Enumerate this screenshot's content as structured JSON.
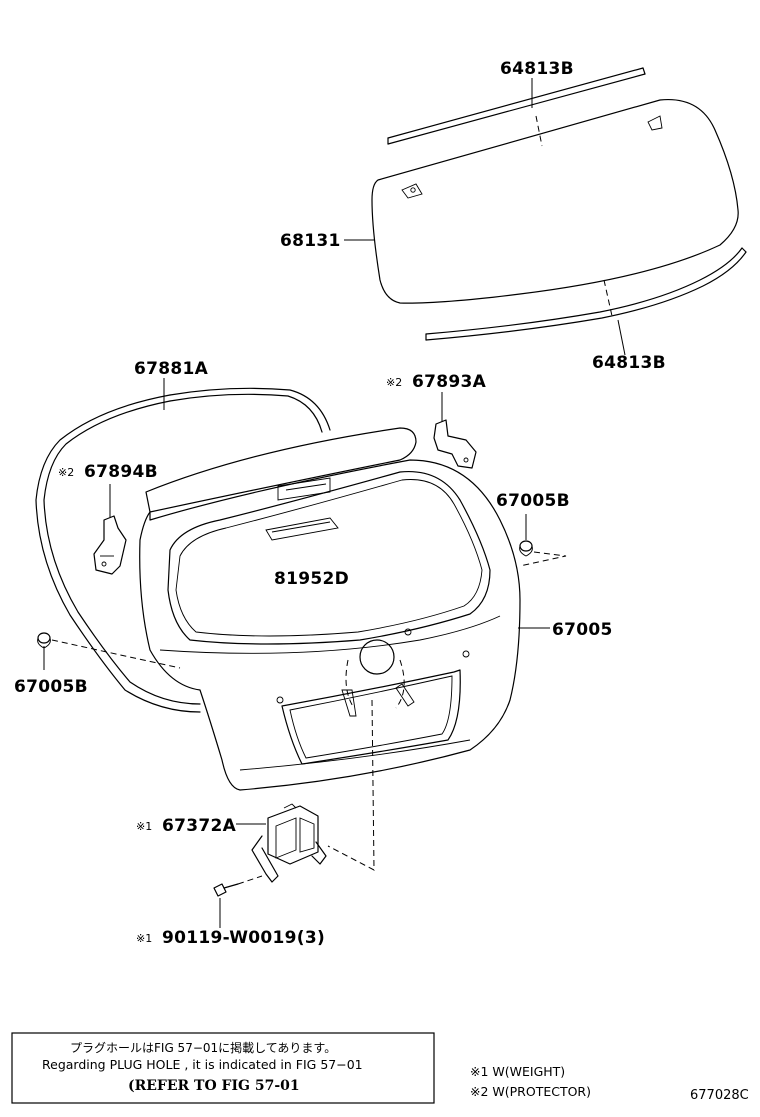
{
  "labels": {
    "p64813b_top": "64813B",
    "p68131": "68131",
    "p64813b_bottom": "64813B",
    "p67881a": "67881A",
    "p67893a": "67893A",
    "p67894b": "67894B",
    "p67005b_right": "67005B",
    "p81952d": "81952D",
    "p67005": "67005",
    "p67005b_left": "67005B",
    "p67372a": "67372A",
    "p90119": "90119-W0019(3)"
  },
  "marks": {
    "m2_67893a": "※2",
    "m2_67894b": "※2",
    "m1_67372a": "※1",
    "m1_90119": "※1"
  },
  "note": {
    "jp": "プラグホールはFIG 57−01に掲載してあります。",
    "en": "Regarding  PLUG  HOLE , it is indicated in  FIG  57−01",
    "ref": "(REFER TO FIG 57-01"
  },
  "legend": {
    "item1": "※1  W(WEIGHT)",
    "item2": "※2  W(PROTECTOR)"
  },
  "figure_id": "677028C"
}
